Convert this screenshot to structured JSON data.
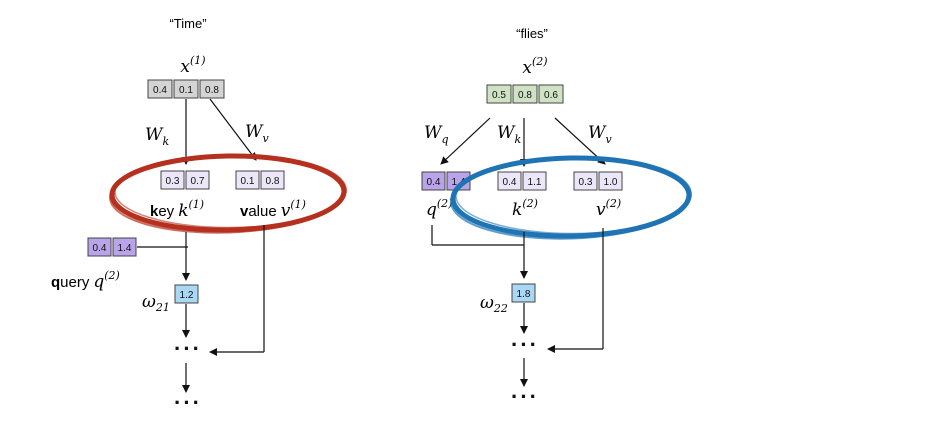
{
  "colors": {
    "x1_fill": "#d4d4d4",
    "x2_fill": "#cfe3c4",
    "kv_fill": "#ebe7f8",
    "query_fill": "#b9a4ea",
    "omega_fill": "#a9d8f5",
    "red_ellipse": "#b5301e",
    "blue_ellipse": "#1f74b4"
  },
  "left": {
    "token": "“Time”",
    "x_var": "x",
    "x_sup": "(1)",
    "x_vals": [
      "0.4",
      "0.1",
      "0.8"
    ],
    "wk": "W",
    "wk_sub": "k",
    "wv": "W",
    "wv_sub": "v",
    "key_vals": [
      "0.3",
      "0.7"
    ],
    "value_vals": [
      "0.1",
      "0.8"
    ],
    "key_bold": "k",
    "key_rest": "ey",
    "key_var": "k",
    "key_sup": "(1)",
    "value_bold": "v",
    "value_rest": "alue",
    "value_var": "v",
    "value_sup": "(1)",
    "query_vals": [
      "0.4",
      "1.4"
    ],
    "query_bold": "q",
    "query_rest": "uery",
    "query_var": "q",
    "query_sup": "(2)",
    "omega": "ω",
    "omega_sub": "21",
    "omega_val": "1.2",
    "dots": "···"
  },
  "right": {
    "token": "“flies”",
    "x_var": "x",
    "x_sup": "(2)",
    "x_vals": [
      "0.5",
      "0.8",
      "0.6"
    ],
    "wq": "W",
    "wq_sub": "q",
    "wk": "W",
    "wk_sub": "k",
    "wv": "W",
    "wv_sub": "v",
    "q_vals": [
      "0.4",
      "1.4"
    ],
    "k_vals": [
      "0.4",
      "1.1"
    ],
    "v_vals": [
      "0.3",
      "1.0"
    ],
    "q_var": "q",
    "q_sup": "(2)",
    "k_var": "k",
    "k_sup": "(2)",
    "v_var": "v",
    "v_sup": "(2)",
    "omega": "ω",
    "omega_sub": "22",
    "omega_val": "1.8",
    "dots": "···"
  }
}
